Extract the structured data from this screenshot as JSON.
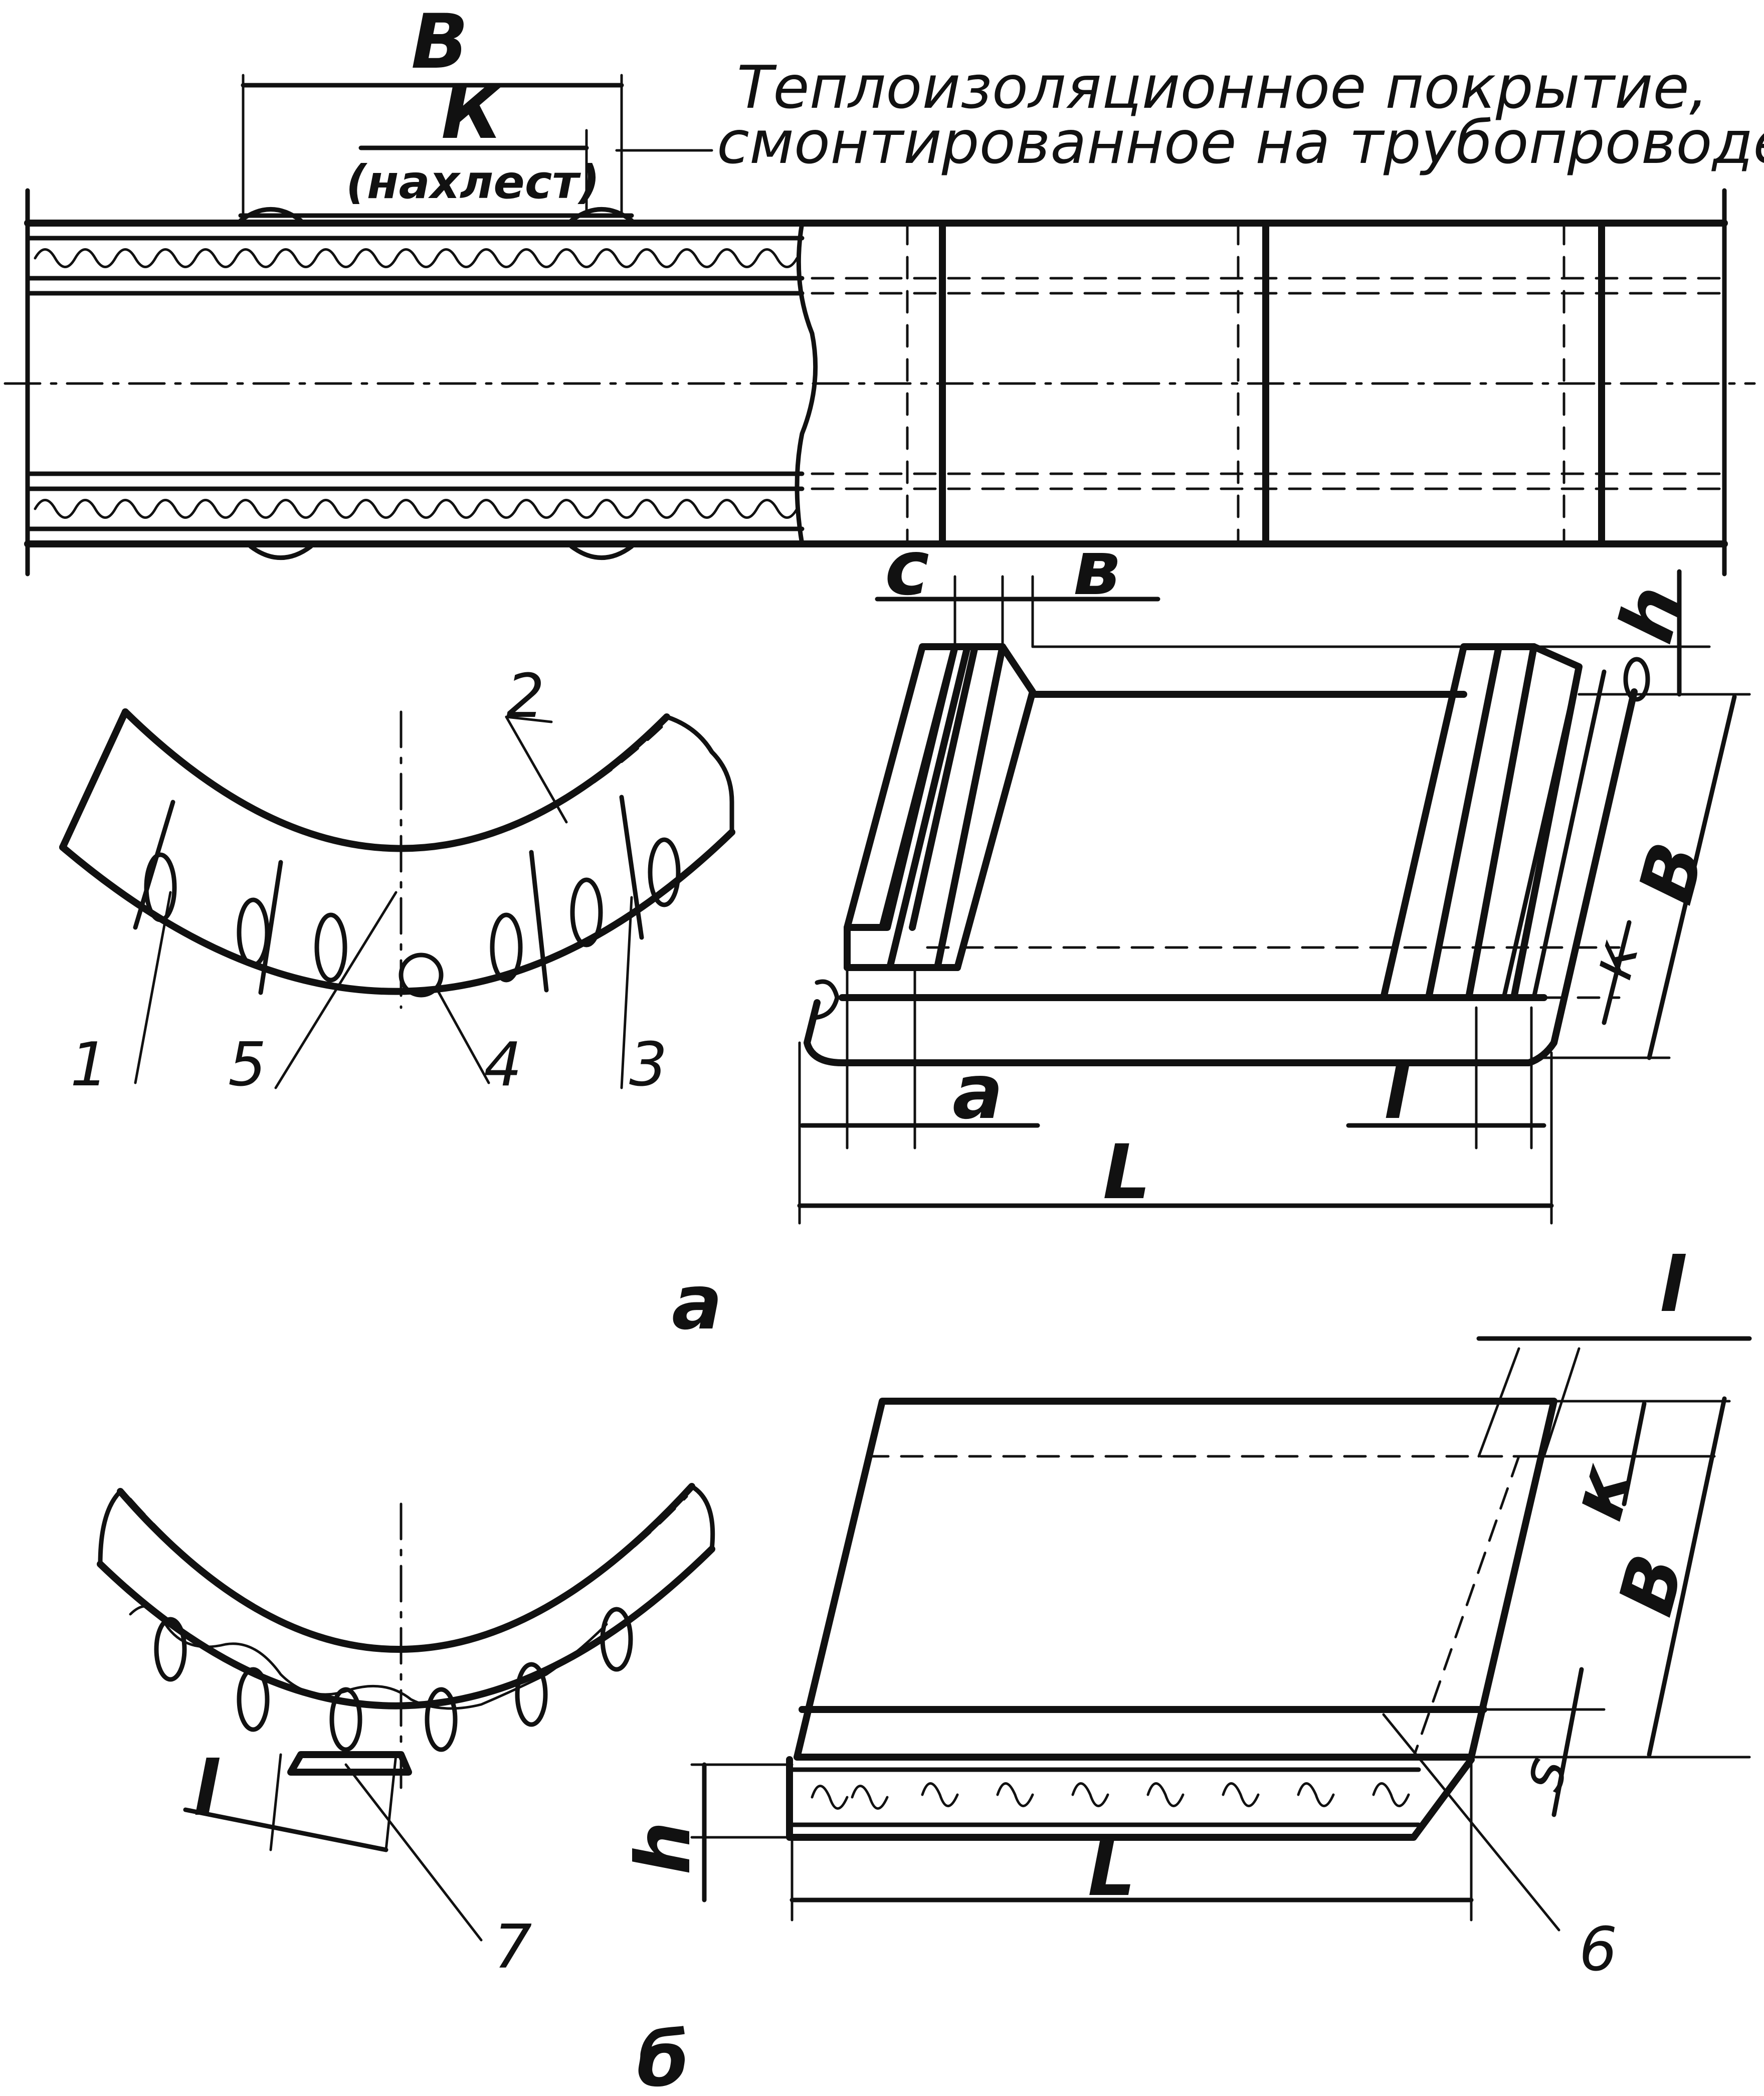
{
  "figure": {
    "caption_line1": "Теплоизоляционное покрытие,",
    "caption_line2": "смонтированное на трубопроводе",
    "overlap_note": "(нахлест)",
    "panel_a_label": "а",
    "panel_b_label": "б"
  },
  "dimensions": {
    "B_top": "В",
    "K_top": "К",
    "c": "с",
    "b": "в",
    "h_a": "h",
    "B_a": "В",
    "k_a": "к",
    "a": "а",
    "l_a": "l",
    "L_a": "L",
    "l_b_top": "l",
    "k_b": "к",
    "B_b": "В",
    "s_b": "s",
    "h_b": "h",
    "L_b": "L",
    "l_b_section": "l"
  },
  "callouts": [
    "1",
    "2",
    "3",
    "4",
    "5",
    "6",
    "7"
  ],
  "colors": {
    "ink": "#111111",
    "paper": "#ffffff"
  }
}
